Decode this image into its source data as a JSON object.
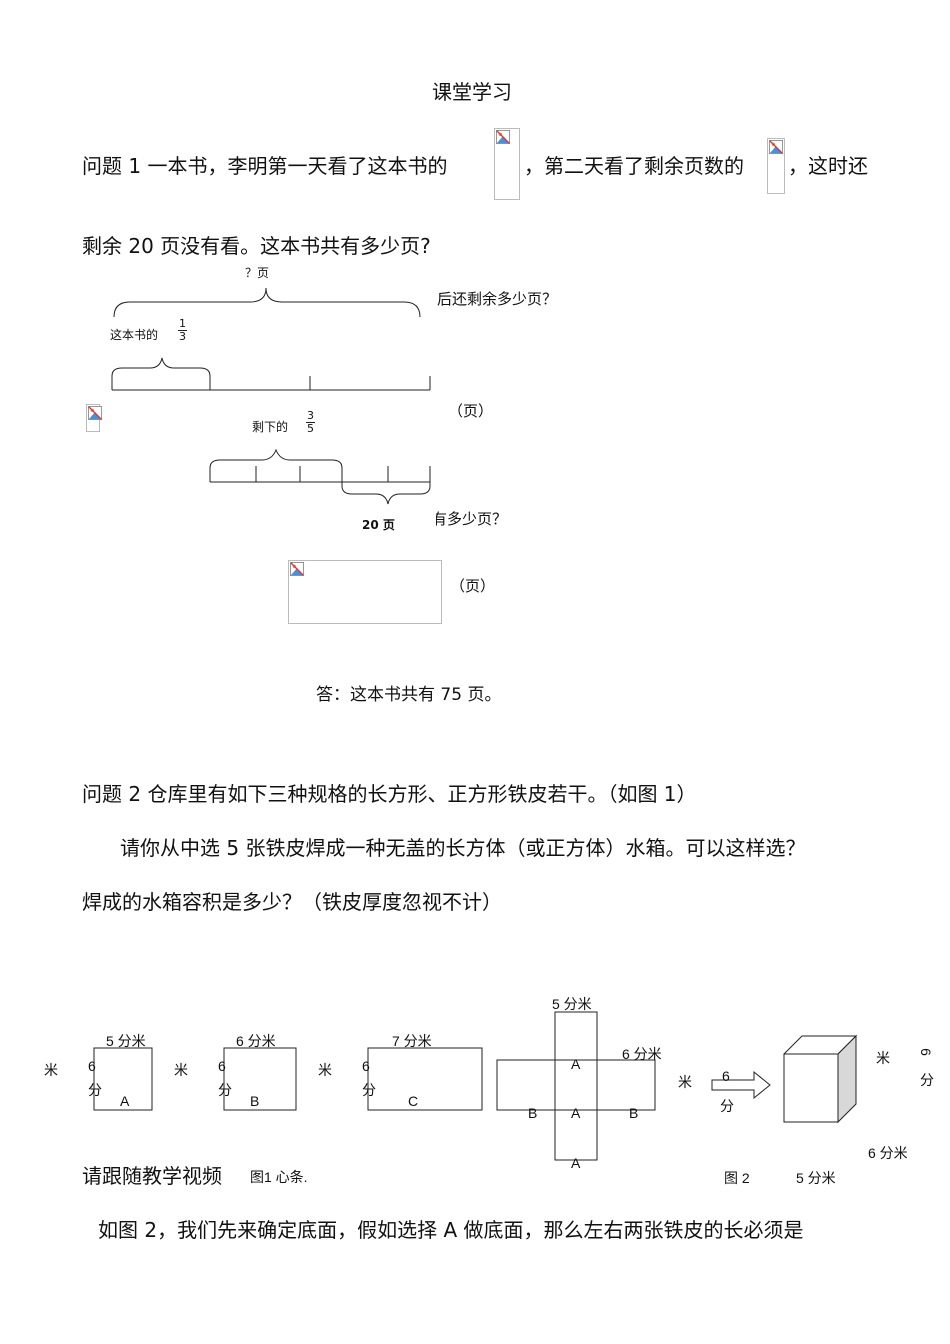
{
  "title": "课堂学习",
  "q1": {
    "line1_a": "问题 1   一本书，李明第一天看了这本书的",
    "line1_b": "，第二天看了剩余页数的",
    "line1_c": "，这时还",
    "line2": "剩余 20 页没有看。这本书共有多少页?",
    "diagram": {
      "total_label": "？页",
      "third_label": "这本书的",
      "third_num": "1",
      "third_den": "3",
      "rest_label": "剩下的",
      "rest_num": "3",
      "rest_den": "5",
      "pages_label": "20 页"
    },
    "frag1": "后还剩余多少页？",
    "unit1": "（页）",
    "frag2": "有多少页？",
    "unit2": "（页）",
    "answer": "答：这本书共有 75 页。"
  },
  "q2": {
    "line1": "问题 2   仓库里有如下三种规格的长方形、正方形铁皮若干。（如图 1）",
    "line2": "请你从中选 5 张铁皮焊成一种无盖的长方体（或正方体）水箱。可以这样选？",
    "line3": "焊成的水箱容积是多少？（铁皮厚度忽视不计）",
    "fig": {
      "a_top": "5 分米",
      "b_top": "6 分米",
      "c_top": "7 分米",
      "side_mi": "米",
      "side_fen": "分",
      "side_6": "6",
      "letter_a": "A",
      "letter_b": "B",
      "letter_c": "C",
      "net_top": "5 分米",
      "net_right": "6 分米",
      "cube_right_mi": "米",
      "cube_right_6": "6",
      "cube_right_fen": "分",
      "cube_bottom": "6 分米",
      "cube_base": "5 分米",
      "arrow_mi": "米",
      "arrow_fen": "分",
      "fig1": "图1 心条.",
      "fig2": "图 2"
    },
    "follow": "请跟随教学视频",
    "line4": "如图 2，我们先来确定底面，假如选择 A 做底面，那么左右两张铁皮的长必须是"
  }
}
